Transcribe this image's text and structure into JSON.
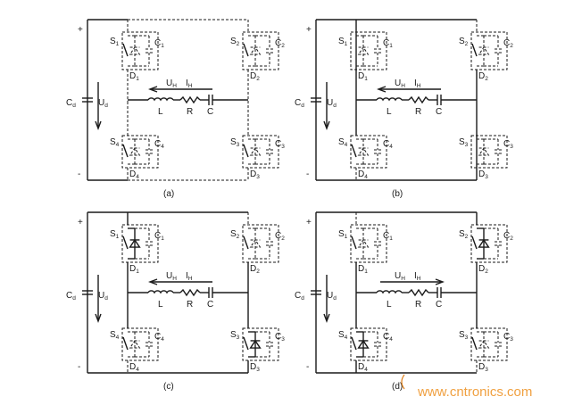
{
  "panels": [
    {
      "id": "a",
      "caption": "(a)",
      "active": [],
      "current_arrow": "left",
      "labels": {
        "plus": "+",
        "minus": "-",
        "Cd": "C",
        "Cd_sub": "d",
        "Ud": "U",
        "Ud_sub": "d",
        "S1": "S",
        "S1_sub": "1",
        "C1": "C",
        "C1_sub": "1",
        "D1": "D",
        "D1_sub": "1",
        "S2": "S",
        "S2_sub": "2",
        "C2": "C",
        "C2_sub": "2",
        "D2": "D",
        "D2_sub": "2",
        "S3": "S",
        "S3_sub": "3",
        "C3": "C",
        "C3_sub": "3",
        "D3": "D",
        "D3_sub": "3",
        "S4": "S",
        "S4_sub": "4",
        "C4": "C",
        "C4_sub": "4",
        "D4": "D",
        "D4_sub": "4",
        "UH": "U",
        "UH_sub": "H",
        "IH": "I",
        "IH_sub": "H",
        "L": "L",
        "R": "R",
        "C": "C"
      }
    },
    {
      "id": "b",
      "caption": "(b)",
      "active": [
        "S1",
        "S3"
      ],
      "current_arrow": "left",
      "labels": {
        "plus": "+",
        "minus": "-",
        "Cd": "C",
        "Cd_sub": "d",
        "Ud": "U",
        "Ud_sub": "d",
        "S1": "S",
        "S1_sub": "1",
        "C1": "C",
        "C1_sub": "1",
        "D1": "D",
        "D1_sub": "1",
        "S2": "S",
        "S2_sub": "2",
        "C2": "C",
        "C2_sub": "2",
        "D2": "D",
        "D2_sub": "2",
        "S3": "S",
        "S3_sub": "3",
        "C3": "C",
        "C3_sub": "3",
        "D3": "D",
        "D3_sub": "3",
        "S4": "S",
        "S4_sub": "4",
        "C4": "C",
        "C4_sub": "4",
        "D4": "D",
        "D4_sub": "4",
        "UH": "U",
        "UH_sub": "H",
        "IH": "I",
        "IH_sub": "H",
        "L": "L",
        "R": "R",
        "C": "C"
      }
    },
    {
      "id": "c",
      "caption": "(c)",
      "active": [
        "D1",
        "D3"
      ],
      "current_arrow": "left",
      "labels": {
        "plus": "+",
        "minus": "-",
        "Cd": "C",
        "Cd_sub": "d",
        "Ud": "U",
        "Ud_sub": "d",
        "S1": "S",
        "S1_sub": "1",
        "C1": "C",
        "C1_sub": "1",
        "D1": "D",
        "D1_sub": "1",
        "S2": "S",
        "S2_sub": "2",
        "C2": "C",
        "C2_sub": "2",
        "D2": "D",
        "D2_sub": "2",
        "S3": "S",
        "S3_sub": "3",
        "C3": "C",
        "C3_sub": "3",
        "D3": "D",
        "D3_sub": "3",
        "S4": "S",
        "S4_sub": "4",
        "C4": "C",
        "C4_sub": "4",
        "D4": "D",
        "D4_sub": "4",
        "UH": "U",
        "UH_sub": "H",
        "IH": "I",
        "IH_sub": "H",
        "L": "L",
        "R": "R",
        "C": "C"
      }
    },
    {
      "id": "d",
      "caption": "(d)",
      "active": [
        "D2",
        "D4"
      ],
      "current_arrow": "right",
      "labels": {
        "plus": "+",
        "minus": "-",
        "Cd": "C",
        "Cd_sub": "d",
        "Ud": "U",
        "Ud_sub": "d",
        "S1": "S",
        "S1_sub": "1",
        "C1": "C",
        "C1_sub": "1",
        "D1": "D",
        "D1_sub": "1",
        "S2": "S",
        "S2_sub": "2",
        "C2": "C",
        "C2_sub": "2",
        "D2": "D",
        "D2_sub": "2",
        "S3": "S",
        "S3_sub": "3",
        "C3": "C",
        "C3_sub": "3",
        "D3": "D",
        "D3_sub": "3",
        "S4": "S",
        "S4_sub": "4",
        "C4": "C",
        "C4_sub": "4",
        "D4": "D",
        "D4_sub": "4",
        "UH": "U",
        "UH_sub": "H",
        "IH": "I",
        "IH_sub": "H",
        "L": "L",
        "R": "R",
        "C": "C"
      }
    }
  ],
  "watermark": "www.cntronics.com",
  "colors": {
    "ink": "#1a1a1a",
    "watermark": "#f0a040"
  }
}
